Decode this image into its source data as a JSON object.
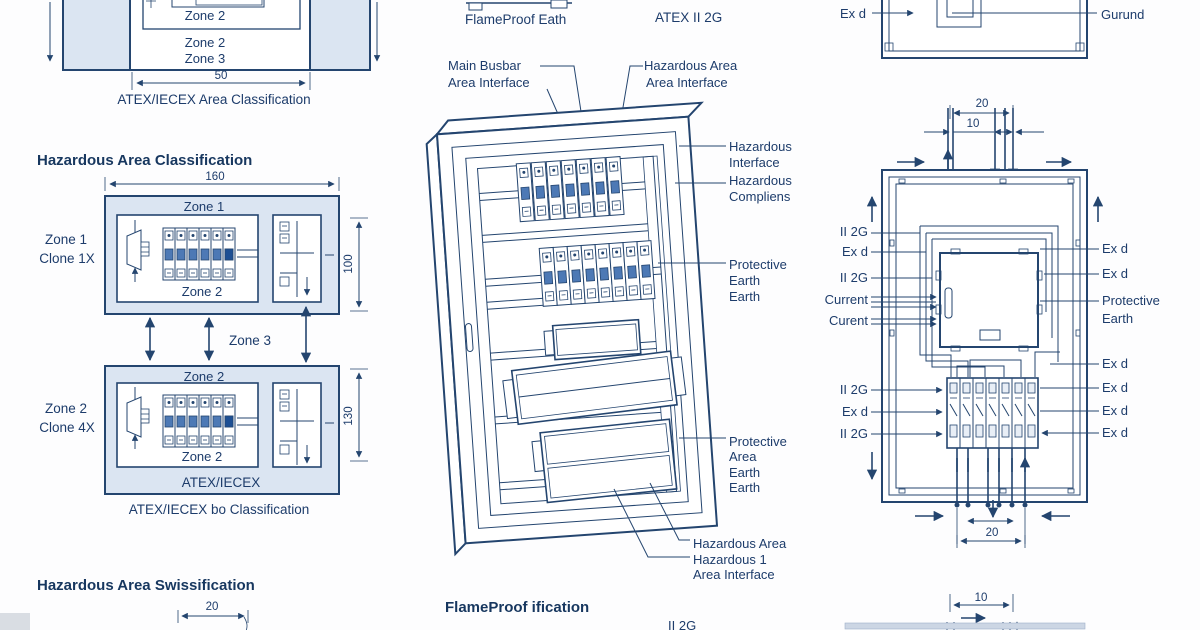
{
  "colors": {
    "line_navy": "#24456f",
    "text_navy": "#1d3c6b",
    "heading_navy": "#17375f",
    "panel_fill": "#dbe5f2",
    "breaker_blue": "#4d79b5",
    "background": "#ffffff"
  },
  "left": {
    "top": {
      "zone2_box": "Zone 2",
      "zone2": "Zone 2",
      "zone3": "Zone 3",
      "dim": "50",
      "caption": "ATEX/IECEX Area Classification"
    },
    "heading1": "Hazardous Area Classification",
    "panel1": {
      "dim_w": "160",
      "zone_top": "Zone 1",
      "label1": "Zone 1",
      "label2": "Clone 1X",
      "zone_in": "Zone 2",
      "dim_h": "100"
    },
    "zone3": "Zone 3",
    "panel2": {
      "zone_top": "Zone 2",
      "label1": "Zone 2",
      "label2": "Clone 4X",
      "zone_in": "Zone 2",
      "footer": "ATEX/IECEX",
      "dim_h": "130",
      "caption": "ATEX/IECEX bo Classification"
    },
    "heading2": "Hazardous Area Swissification",
    "dim20": "20"
  },
  "middle": {
    "flameproof_top": "FlameProof Eath",
    "atex": "ATEX II 2G",
    "busbar1": "Main Busbar",
    "busbar2": "Area Interface",
    "haz1": "Hazardous Area",
    "haz2": "Area Interface",
    "r1": [
      "Hazardous",
      "Interface",
      "Hazardous",
      "Compliens"
    ],
    "r2": [
      "Protective",
      "Earth",
      "Earth"
    ],
    "r3": [
      "Protective",
      "Area",
      "Earth",
      "Earth"
    ],
    "b1": "Hazardous Area",
    "b2": "Hazardous 1",
    "b3": "Area Interface",
    "heading": "FlameProof ification",
    "partial": "II 2G"
  },
  "right": {
    "exd_top": "Ex d",
    "ground": "Gurund",
    "dim20_top": "20",
    "dim10_top": "10",
    "l1": "II 2G",
    "l2": "Ex d",
    "l3": "II 2G",
    "l4": "Current",
    "l5": "Curent",
    "r1": "Ex d",
    "r2": "Ex d",
    "r3": "Protective",
    "r4": "Earth",
    "ll1": "II 2G",
    "ll2": "Ex d",
    "ll3": "II 2G",
    "rl1": "Ex d",
    "rl2": "Ex d",
    "rl3": "Ex d",
    "rl4": "Ex d",
    "dim20_bot": "20",
    "dim10_bot": "10"
  }
}
